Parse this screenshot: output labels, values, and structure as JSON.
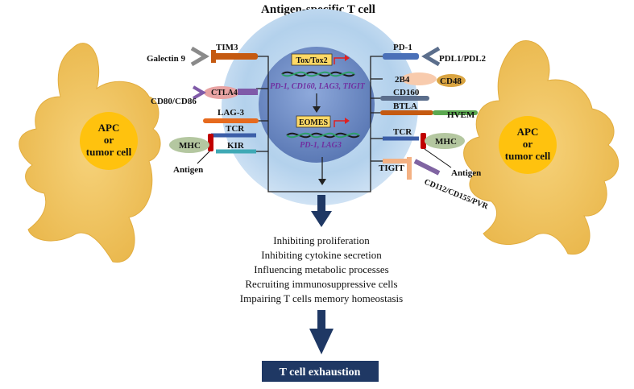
{
  "title": "Antigen-specific T cell",
  "apc_left": {
    "line1": "APC",
    "line2": "or",
    "line3": "tumor cell"
  },
  "apc_right": {
    "line1": "APC",
    "line2": "or",
    "line3": "tumor cell"
  },
  "nucleus": {
    "tf1": "Tox/Tox2",
    "tf1_targets": "PD-1, CD160, LAG3, TIGIT",
    "tf2": "EOMES",
    "tf2_targets": "PD-1, LAG3"
  },
  "left_receptors": {
    "tim3": "TIM3",
    "galectin9": "Galectin 9",
    "ctla4": "CTLA4",
    "cd80_cd86": "CD80/CD86",
    "lag3": "LAG-3",
    "tcr": "TCR",
    "mhc": "MHC",
    "kir": "KIR",
    "antigen": "Antigen"
  },
  "right_receptors": {
    "pd1": "PD-1",
    "pdl1_pdl2": "PDL1/PDL2",
    "b2b4": "2B4",
    "cd48": "CD48",
    "cd160": "CD160",
    "btla": "BTLA",
    "hvem": "HVEM",
    "tcr": "TCR",
    "mhc": "MHC",
    "antigen": "Antigen",
    "tigit": "TIGIT",
    "cd112": "CD112/CD155/PVR"
  },
  "effects": [
    "Inhibiting proliferation",
    "Inhibiting cytokine secretion",
    "Influencing metabolic processes",
    "Recruiting immunosuppressive cells",
    "Impairing T cells memory homeostasis"
  ],
  "outcome": "T cell exhaustion",
  "colors": {
    "apc": "#F2C14E",
    "apc_core": "#FFC20E",
    "tcell_outer": "#B5D3EE",
    "tcell_inner": "#6F8FC9",
    "arrow": "#1F3864",
    "outcome_bg": "#1F3864",
    "red_arrow": "#E02020",
    "target_text": "#7030A0"
  }
}
